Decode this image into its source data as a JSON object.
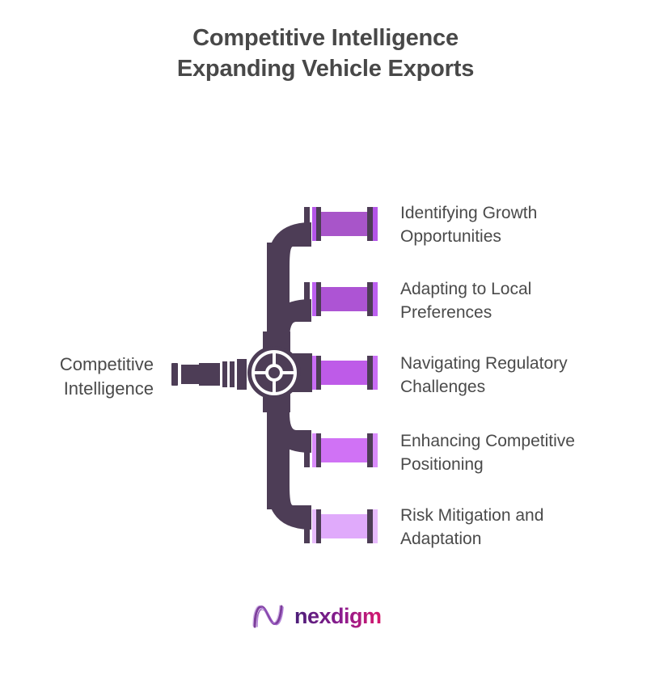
{
  "title": {
    "line1": "Competitive Intelligence",
    "line2": "Expanding Vehicle Exports"
  },
  "diagram": {
    "type": "pipeline-branch",
    "source": {
      "label_line1": "Competitive",
      "label_line2": "Intelligence",
      "pipe_color": "#4D3D56"
    },
    "valve": {
      "name": "handwheel-valve",
      "body_color": "#4D3D56",
      "detail_color": "#ffffff"
    },
    "trunk_color": "#4D3D56",
    "branches": [
      {
        "index": 1,
        "label_line1": "Identifying Growth",
        "label_line2": "Opportunities",
        "pipe_color": "#A855C9",
        "flange_color": "#B455E8"
      },
      {
        "index": 2,
        "label_line1": "Adapting to Local",
        "label_line2": "Preferences",
        "pipe_color": "#AD54D4",
        "flange_color": "#BC60F0"
      },
      {
        "index": 3,
        "label_line1": "Navigating Regulatory",
        "label_line2": "Challenges",
        "pipe_color": "#BE5BE8",
        "flange_color": "#C96DF5"
      },
      {
        "index": 4,
        "label_line1": "Enhancing Competitive",
        "label_line2": "Positioning",
        "pipe_color": "#D072F5",
        "flange_color": "#D98BFA"
      },
      {
        "index": 5,
        "label_line1": "Risk Mitigation and",
        "label_line2": "Adaptation",
        "pipe_color": "#E0AAFB",
        "flange_color": "#E7BBFC"
      }
    ]
  },
  "footer": {
    "brand": "nexdigm",
    "brand_mark": "nexdigm-n-wave-mark",
    "brand_color_start": "#4B1E78",
    "brand_color_end": "#D6176B"
  }
}
